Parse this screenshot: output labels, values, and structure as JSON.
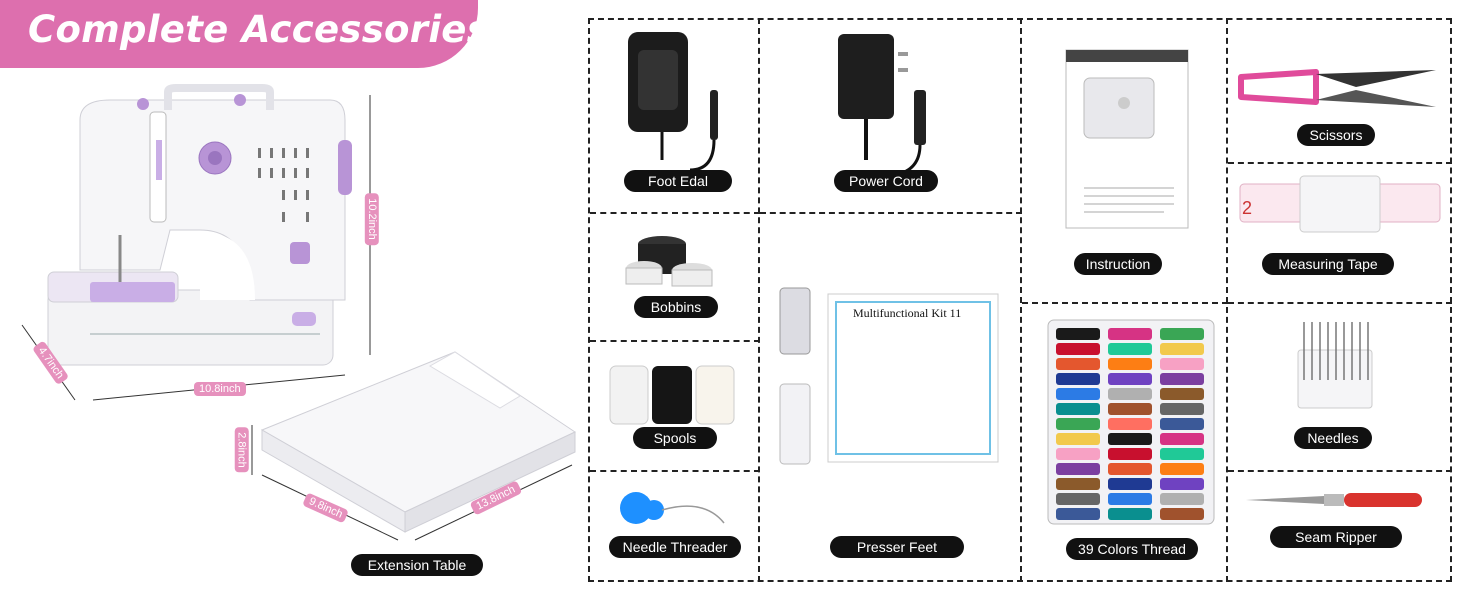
{
  "header": {
    "title": "Complete Accessories"
  },
  "machine": {
    "dimensions": {
      "height": "10.2inch",
      "width": "10.8inch",
      "depth": "4.7inch"
    },
    "extension_table": {
      "label": "Extension Table",
      "dimensions": {
        "height": "2.8inch",
        "width": "9.8inch",
        "length": "13.8inch"
      }
    }
  },
  "accessories": [
    {
      "label": "Foot Edal"
    },
    {
      "label": "Power Cord"
    },
    {
      "label": "Instruction"
    },
    {
      "label": "Scissors"
    },
    {
      "label": "Measuring Tape"
    },
    {
      "label": "Bobbins"
    },
    {
      "label": "Spools"
    },
    {
      "label": "Needle Threader"
    },
    {
      "label": "Presser Feet"
    },
    {
      "label": "39 Colors Thread"
    },
    {
      "label": "Needles"
    },
    {
      "label": "Seam Ripper"
    }
  ],
  "presser_kit": {
    "title": "Multifunctional Kit 11"
  },
  "colors": {
    "brand_pink": "#dd6fae",
    "label_bg": "#111111",
    "machine_purple": "#b894d6"
  }
}
